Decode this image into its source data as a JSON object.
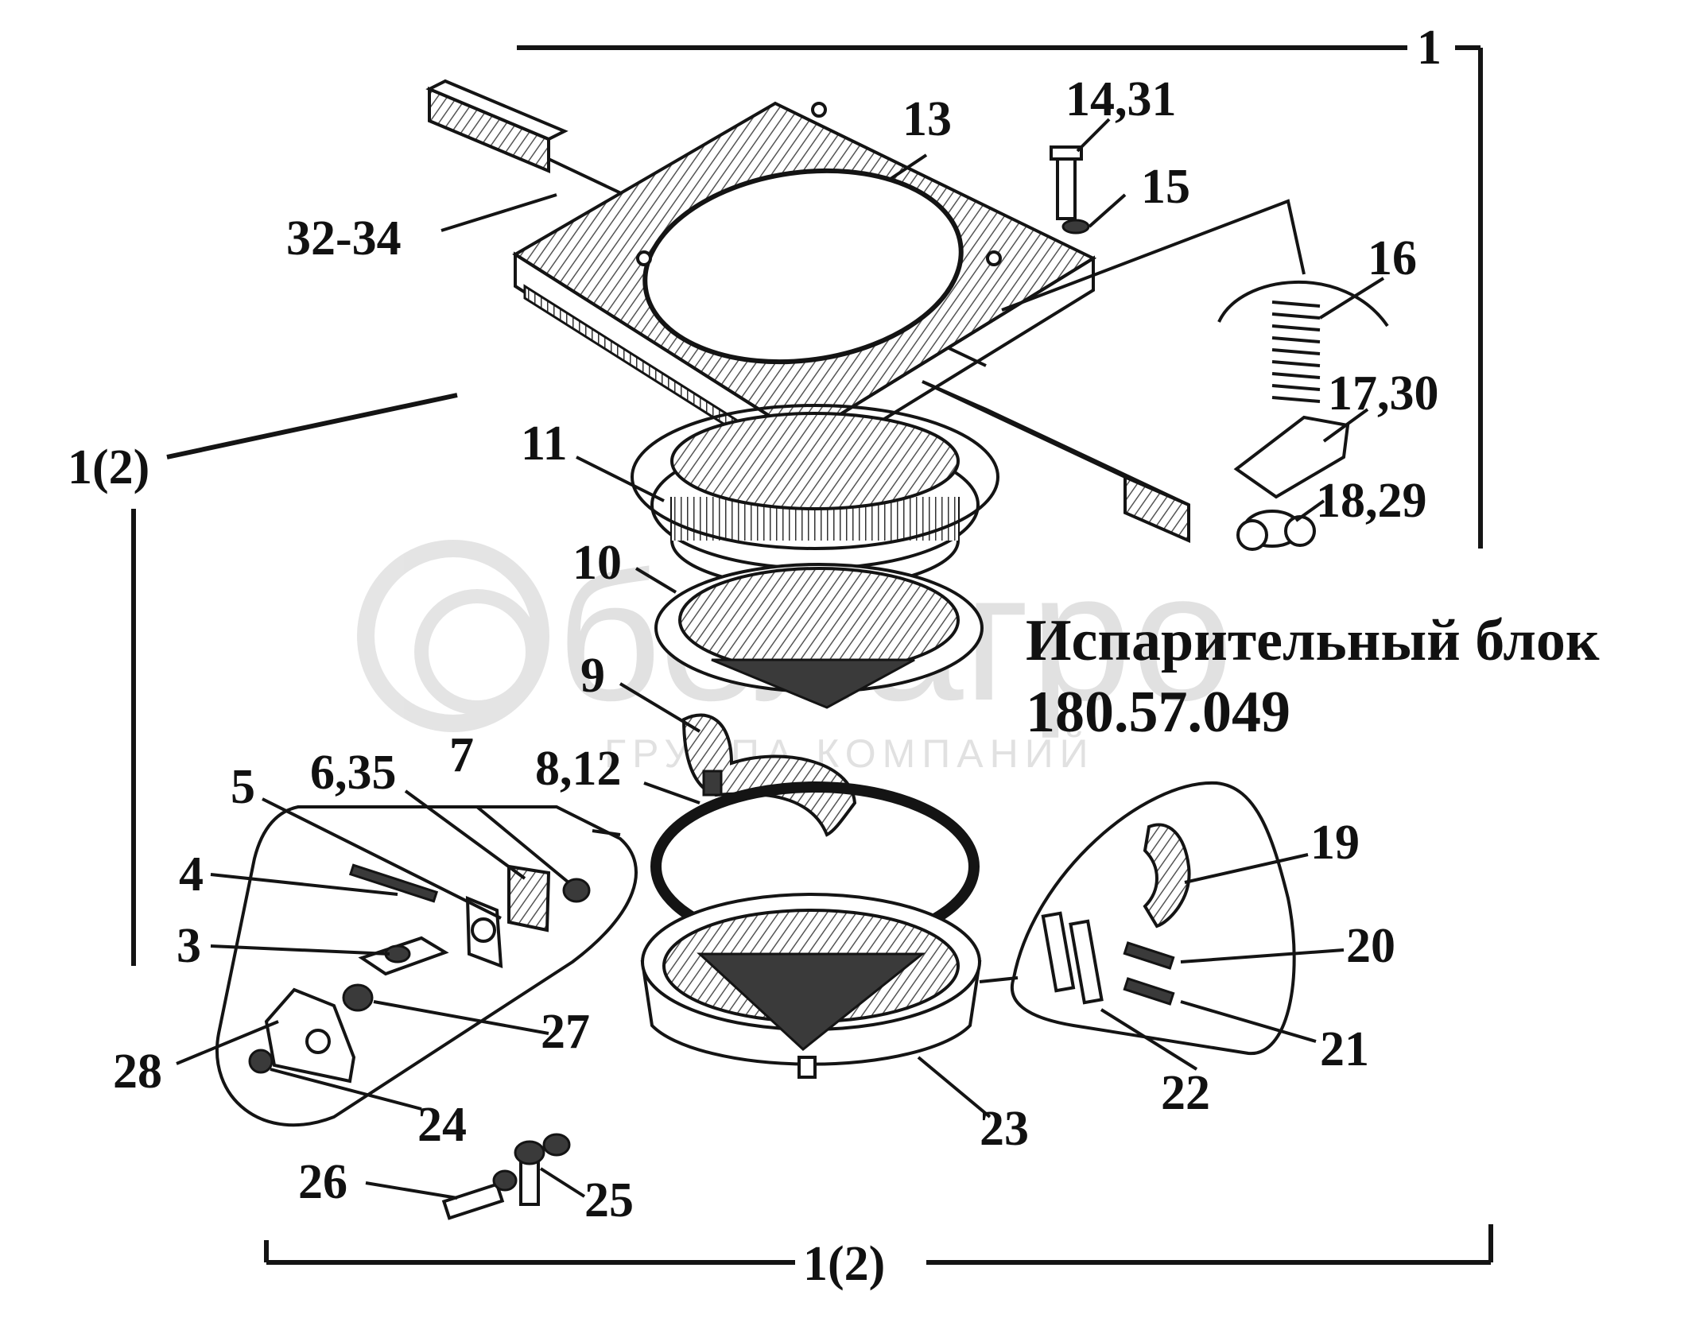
{
  "title": {
    "line1": "Испарительный блок",
    "line2": "180.57.049"
  },
  "watermark": {
    "brand": "белагро",
    "subtitle": "ГРУППА КОМПАНИЙ"
  },
  "brackets": {
    "top": "1",
    "left": "1(2)",
    "bottom": "1(2)"
  },
  "callouts": [
    "32-34",
    "13",
    "14,31",
    "15",
    "16",
    "17,30",
    "18,29",
    "11",
    "10",
    "9",
    "8,12",
    "7",
    "6,35",
    "5",
    "4",
    "3",
    "27",
    "28",
    "24",
    "26",
    "25",
    "23",
    "22",
    "21",
    "20",
    "19"
  ]
}
